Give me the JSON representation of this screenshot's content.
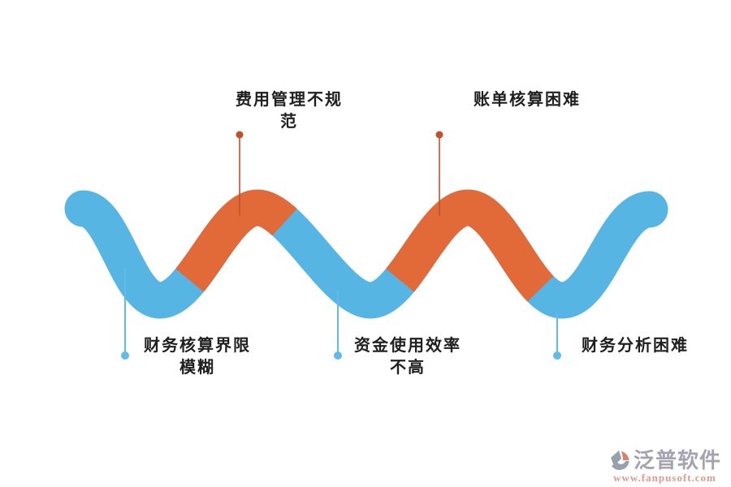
{
  "colors": {
    "background": "#ffffff",
    "wave_blue": "#57b5e4",
    "wave_orange": "#e26a39",
    "marker_orange": "#c0512a",
    "marker_blue": "#60bbe9",
    "label_text": "#1f1f1f",
    "logo_gray": "#98a0ad",
    "logo_salmon": "#dd8166",
    "logo_name_color": "#a5a3b0",
    "logo_url_color": "#e39a88"
  },
  "callouts": {
    "top": [
      {
        "text": "费用管理不规范",
        "lines": [
          "费用管理不规",
          "范"
        ]
      },
      {
        "text": "账单核算困难",
        "lines": [
          "账单核算困难"
        ]
      }
    ],
    "bottom": [
      {
        "text": "财务核算界限模糊",
        "lines": [
          "财务核算界限",
          "模糊"
        ]
      },
      {
        "text": "资金使用效率不高",
        "lines": [
          "资金使用效率",
          "不高"
        ]
      },
      {
        "text": "财务分析困难",
        "lines": [
          "财务分析困难"
        ]
      }
    ]
  },
  "logo": {
    "name": "泛普软件",
    "url": "www.fanpusoft.com"
  }
}
